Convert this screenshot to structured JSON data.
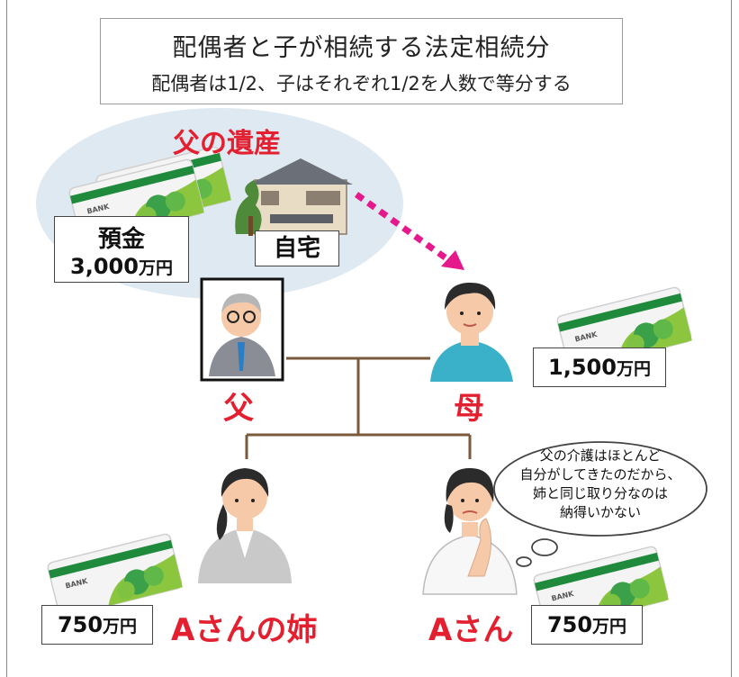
{
  "title": {
    "main": "配偶者と子が相続する法定相続分",
    "sub": "配偶者は1/2、子はそれぞれ1/2を人数で等分する"
  },
  "estate": {
    "label": "父の遺産",
    "deposit_label": "預金",
    "deposit_amount": "3,000",
    "deposit_unit": "万円",
    "house_label": "自宅",
    "card_text": "BANK"
  },
  "people": {
    "father": "父",
    "mother": "母",
    "sister": "Aさんの姉",
    "a_san": "Aさん"
  },
  "shares": {
    "mother_amount": "1,500",
    "sister_amount": "750",
    "a_san_amount": "750",
    "unit": "万円"
  },
  "thought_bubble": {
    "lines": [
      "父の介護はほとんど",
      "自分がしてきたのだから、",
      "姉と同じ取り分なのは",
      "納得いかない"
    ]
  },
  "colors": {
    "accent_red": "#e41f2f",
    "arrow_magenta": "#e6198c",
    "tree_line": "#7a5a3a",
    "card_green": "#3aa14a",
    "estate_bg": "#dfe9f1"
  }
}
